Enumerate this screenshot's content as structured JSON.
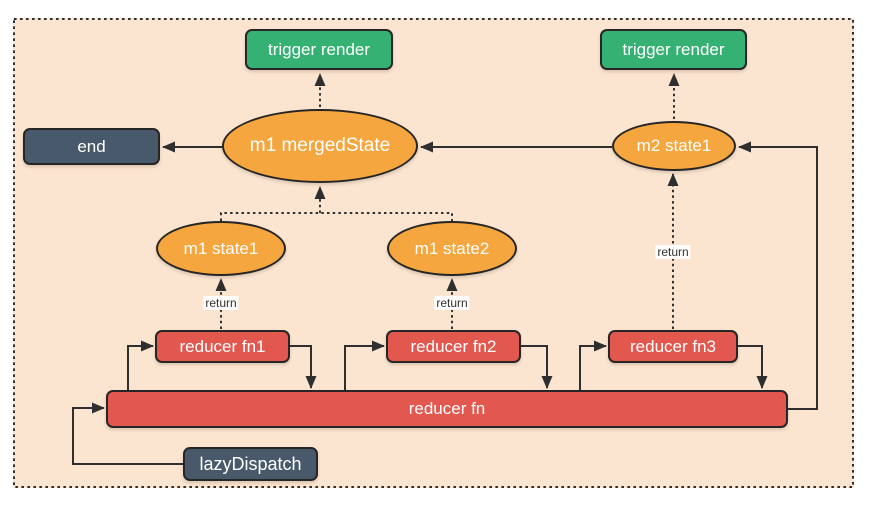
{
  "colors": {
    "page_bg": "#ffffff",
    "canvas_bg": "#fce5d0",
    "line": "#2f2f2f",
    "stroke": "#262626",
    "green": "#35b273",
    "orange": "#f6a63e",
    "red": "#e2574e",
    "slate": "#47596a",
    "text_light": "#ffffff",
    "label_text": "#333333"
  },
  "nodes": {
    "trigger_render_1": {
      "label": "trigger render",
      "shape": "box",
      "color": "green"
    },
    "trigger_render_2": {
      "label": "trigger render",
      "shape": "box",
      "color": "green"
    },
    "end": {
      "label": "end",
      "shape": "box",
      "color": "slate"
    },
    "m1_merged_state": {
      "label": "m1 mergedState",
      "shape": "ellipse",
      "color": "orange"
    },
    "m2_state1": {
      "label": "m2 state1",
      "shape": "ellipse",
      "color": "orange"
    },
    "m1_state1": {
      "label": "m1 state1",
      "shape": "ellipse",
      "color": "orange"
    },
    "m1_state2": {
      "label": "m1 state2",
      "shape": "ellipse",
      "color": "orange"
    },
    "reducer_fn1": {
      "label": "reducer fn1",
      "shape": "box",
      "color": "red"
    },
    "reducer_fn2": {
      "label": "reducer fn2",
      "shape": "box",
      "color": "red"
    },
    "reducer_fn3": {
      "label": "reducer fn3",
      "shape": "box",
      "color": "red"
    },
    "reducer_fn": {
      "label": "reducer fn",
      "shape": "box",
      "color": "red"
    },
    "lazy_dispatch": {
      "label": "lazyDispatch",
      "shape": "box",
      "color": "slate"
    }
  },
  "edge_labels": {
    "return_fn1": "return",
    "return_fn2": "return",
    "return_fn3": "return"
  }
}
